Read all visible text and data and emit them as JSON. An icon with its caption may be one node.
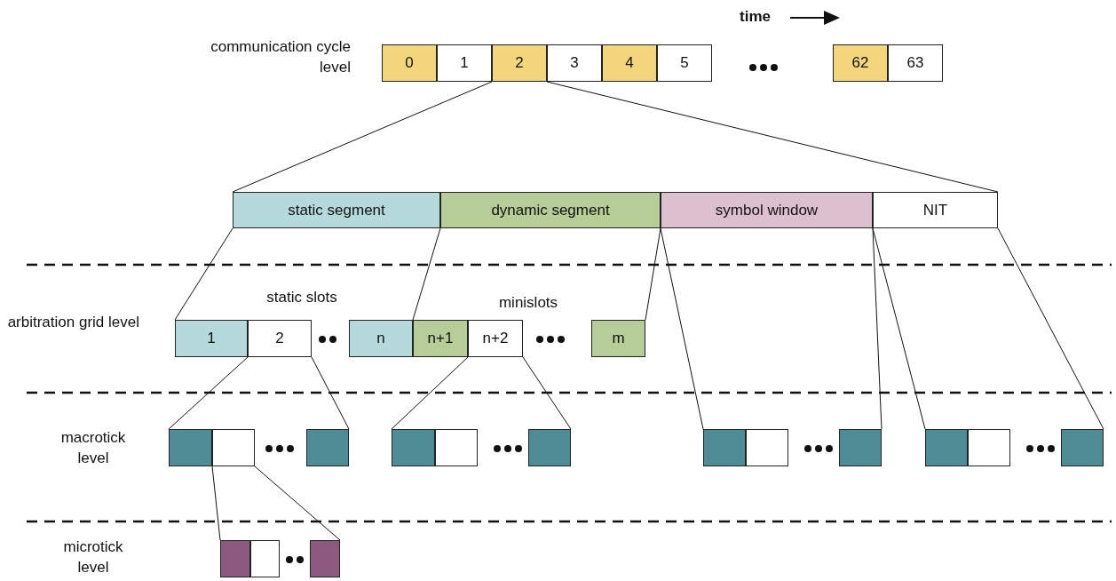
{
  "diagram": {
    "nodes": [
      {
        "text": [
          "0"
        ]
      },
      {
        "text": [
          "1"
        ]
      },
      {
        "text": [
          "2"
        ]
      },
      {
        "text": [
          "3"
        ]
      },
      {
        "text": [
          "4"
        ]
      },
      {
        "text": [
          "5"
        ]
      },
      {
        "text": [
          "62"
        ]
      },
      {
        "text": [
          "63"
        ]
      },
      {
        "text": [
          "static segment"
        ]
      },
      {
        "text": [
          "dynamic segment"
        ]
      },
      {
        "text": [
          "symbol window"
        ]
      },
      {
        "text": [
          "NIT"
        ]
      },
      {
        "text": [
          "1"
        ]
      },
      {
        "text": [
          "2"
        ]
      },
      {
        "text": [
          "n"
        ]
      },
      {
        "text": [
          "n+1"
        ]
      },
      {
        "text": [
          "n+2"
        ]
      },
      {
        "text": [
          "m"
        ]
      },
      {
        "text": [],
        "shape": "box"
      },
      {
        "text": [],
        "shape": "box"
      },
      {
        "text": [],
        "shape": "box"
      },
      {
        "text": [],
        "shape": "box"
      },
      {
        "text": [],
        "shape": "box"
      },
      {
        "text": [],
        "shape": "box"
      },
      {
        "text": [],
        "shape": "box"
      },
      {
        "text": [],
        "shape": "box"
      },
      {
        "text": [],
        "shape": "box"
      },
      {
        "text": [],
        "shape": "box"
      },
      {
        "text": [],
        "shape": "box"
      },
      {
        "text": [],
        "shape": "box"
      },
      {
        "text": [],
        "shape": "box"
      },
      {
        "text": [],
        "shape": "box"
      },
      {
        "text": [],
        "shape": "box"
      }
    ],
    "edges": [
      {
        "from": 2,
        "to": 8,
        "arrow": "none"
      },
      {
        "from": 2,
        "to": 11,
        "arrow": "none"
      },
      {
        "from": 8,
        "to": 12,
        "arrow": "none"
      },
      {
        "from": 8,
        "to": 14,
        "arrow": "none"
      },
      {
        "from": 9,
        "to": 17,
        "arrow": "none"
      },
      {
        "from": 10,
        "to": 24,
        "arrow": "none"
      },
      {
        "from": 10,
        "to": 26,
        "arrow": "none"
      },
      {
        "from": 11,
        "to": 27,
        "arrow": "none"
      },
      {
        "from": 11,
        "to": 29,
        "arrow": "none"
      },
      {
        "from": 13,
        "to": 18,
        "arrow": "none"
      },
      {
        "from": 13,
        "to": 20,
        "arrow": "none"
      },
      {
        "from": 16,
        "to": 21,
        "arrow": "none"
      },
      {
        "from": 16,
        "to": 23,
        "arrow": "none"
      },
      {
        "from": 19,
        "to": 30,
        "arrow": "none"
      },
      {
        "from": 19,
        "to": 32,
        "arrow": "none"
      }
    ],
    "labels": [
      "time",
      "communication cycle level",
      "static slots",
      "minislots",
      "arbitration grid level",
      "macrotick level",
      "microtick level"
    ]
  }
}
